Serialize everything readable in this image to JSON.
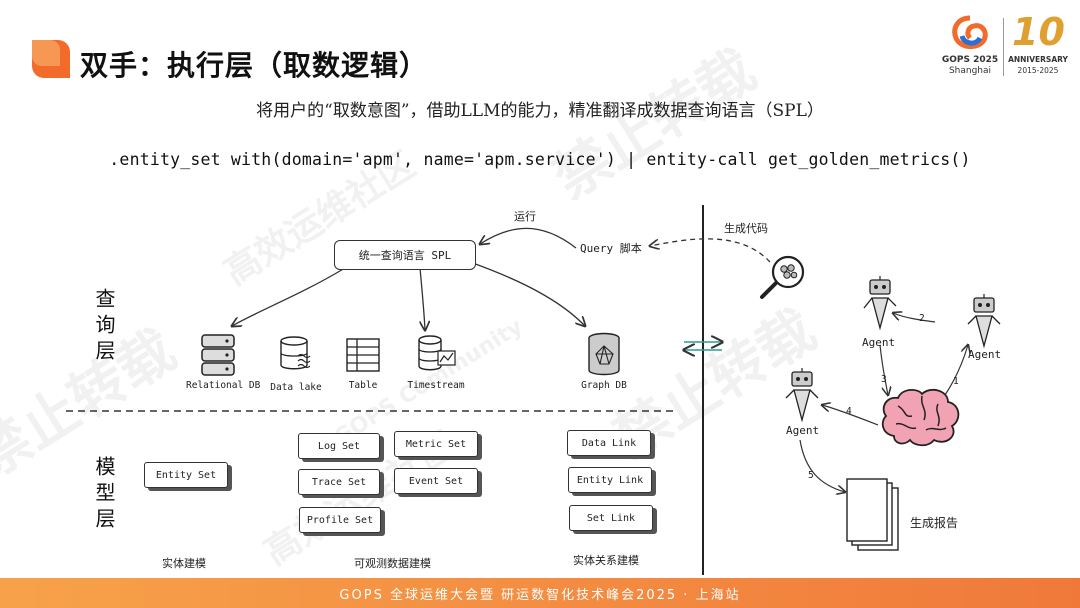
{
  "header": {
    "title": "双手：执行层（取数逻辑）",
    "logo": {
      "event": "GOPS 2025",
      "city": "Shanghai",
      "anniversary_number": "10",
      "anniversary_label": "ANNIVERSARY",
      "years": "2015-2025"
    }
  },
  "subtitle": "将用户的“取数意图”，借助LLM的能力，精准翻译成数据查询语言（SPL）",
  "code_line": ".entity_set with(domain='apm', name='apm.service') | entity-call get_golden_metrics()",
  "query_layer": {
    "side_label": "查询层",
    "spl_box": "统一查询语言 SPL",
    "run_label": "运行",
    "query_script": "Query 脚本",
    "targets": [
      "Relational DB",
      "Data lake",
      "Table",
      "Timestream",
      "Graph DB"
    ]
  },
  "model_layer": {
    "side_label": "模型层",
    "entity_set": "Entity Set",
    "observable_sets": [
      "Log Set",
      "Metric Set",
      "Trace Set",
      "Event Set",
      "Profile Set"
    ],
    "link_sets": [
      "Data Link",
      "Entity Link",
      "Set Link"
    ],
    "columns": [
      "实体建模",
      "可观测数据建模",
      "实体关系建模"
    ]
  },
  "agent_side": {
    "generate_code": "生成代码",
    "agent_label": "Agent",
    "steps": [
      "1",
      "2",
      "3",
      "4",
      "5"
    ],
    "report": "生成报告"
  },
  "footer": "GOPS 全球运维大会暨 研运数智化技术峰会2025 · 上海站",
  "watermarks": [
    "禁止转载",
    "高效运维社区",
    "GOPS Community"
  ],
  "colors": {
    "accent": "#f26b2a",
    "footer": "#f28a3a"
  }
}
